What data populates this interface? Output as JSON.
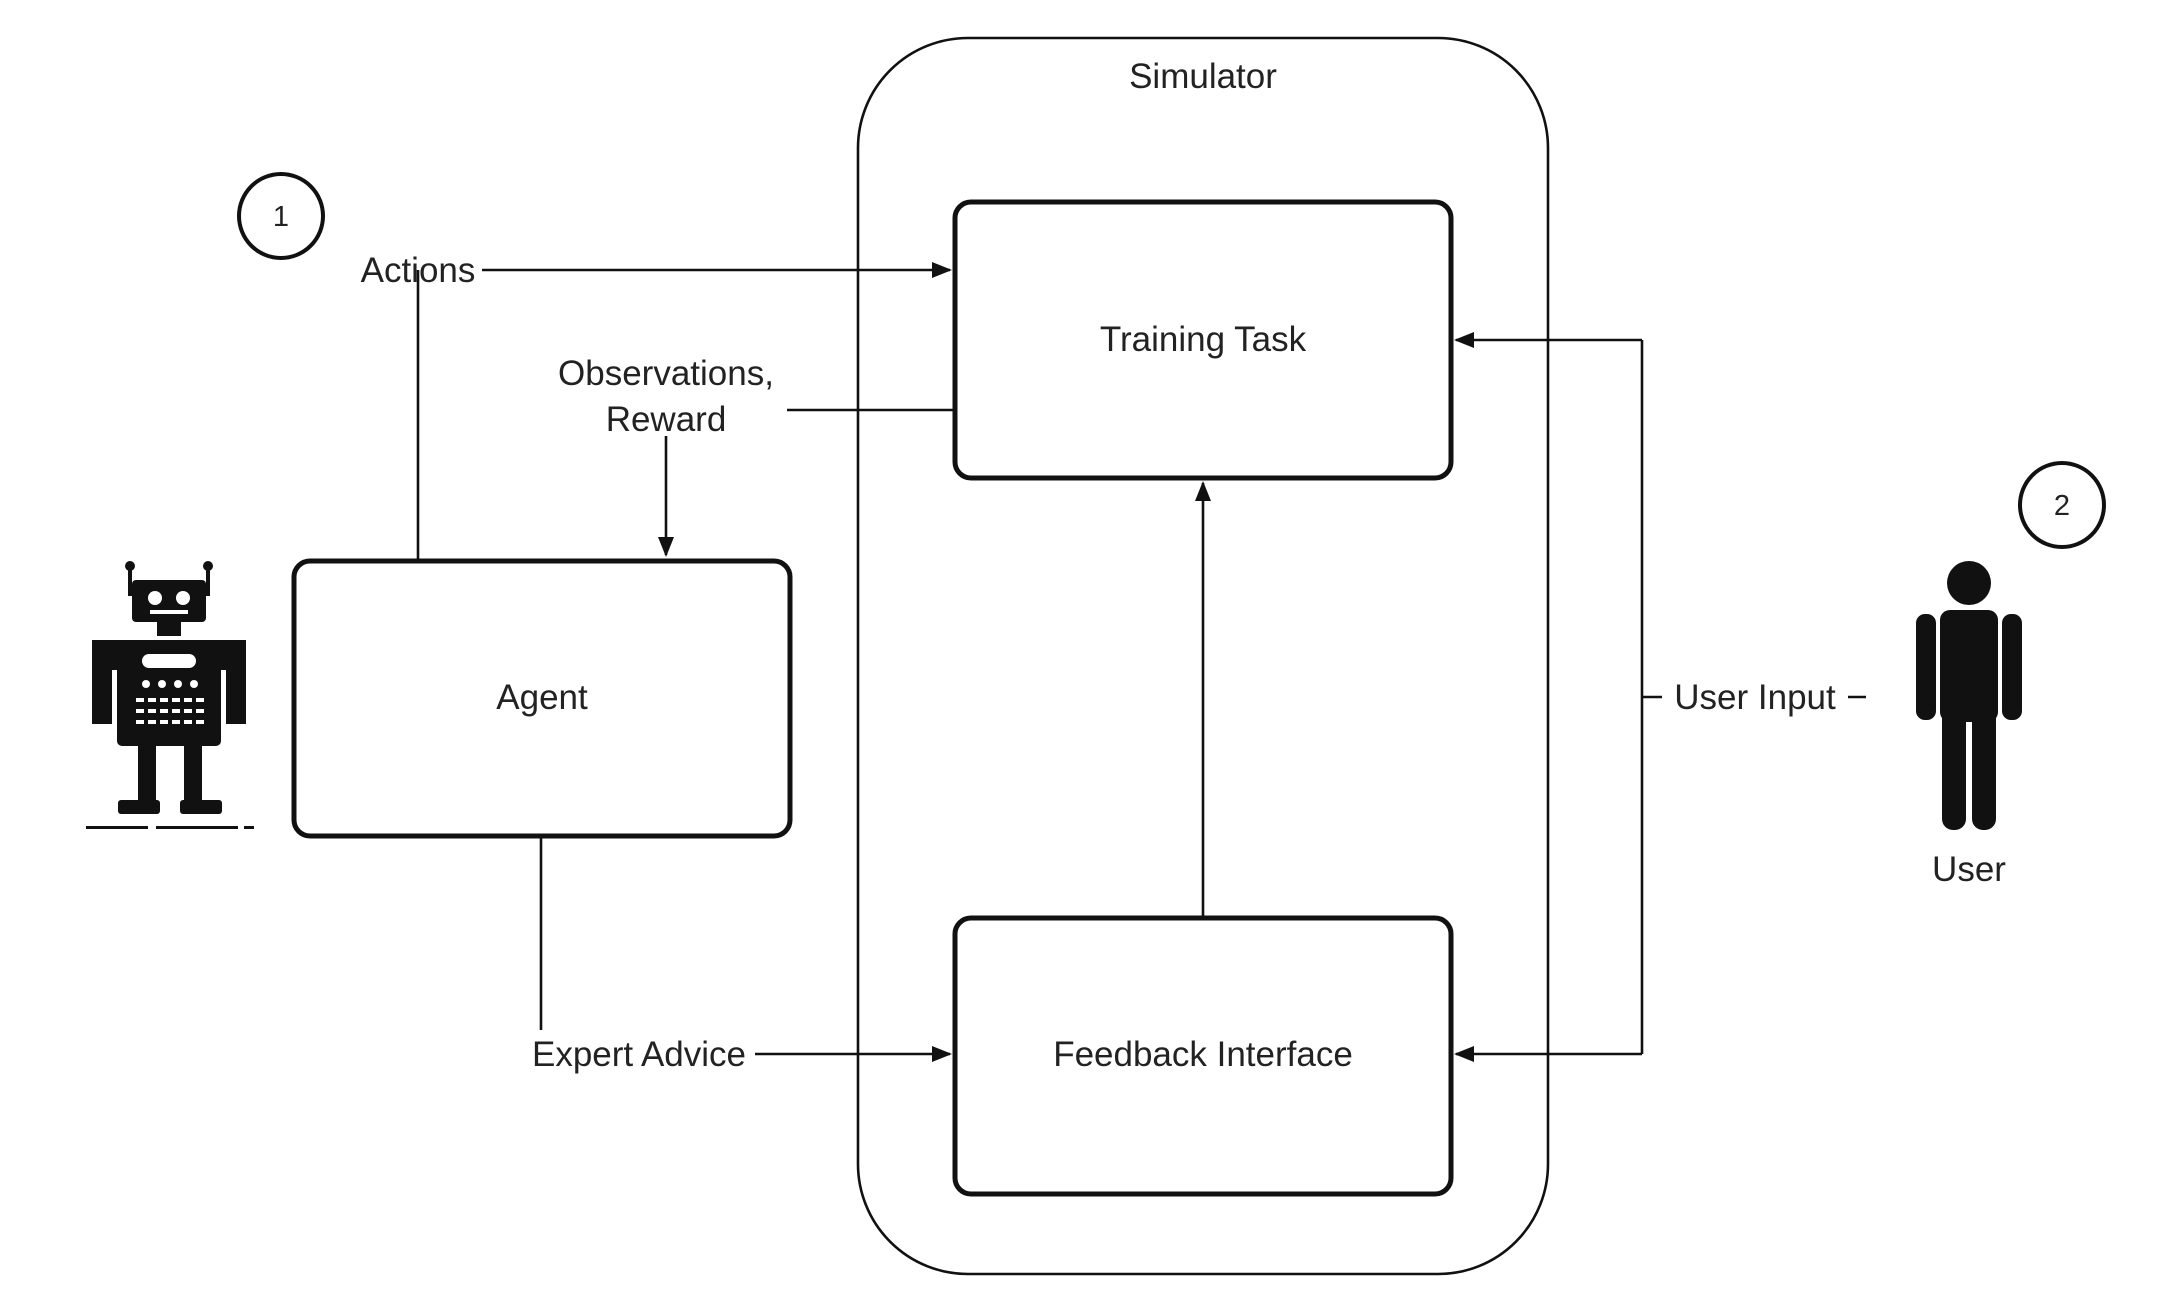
{
  "nodes": {
    "simulator": "Simulator",
    "training_task": "Training Task",
    "agent": "Agent",
    "feedback_interface": "Feedback Interface",
    "user": "User"
  },
  "edges": {
    "actions": "Actions",
    "observations_line1": "Observations,",
    "observations_line2": "Reward",
    "expert_advice": "Expert Advice",
    "user_input": "User Input"
  },
  "markers": {
    "agent_marker": "1",
    "user_marker": "2"
  },
  "icons": {
    "agent": "robot-icon",
    "user": "person-icon"
  }
}
